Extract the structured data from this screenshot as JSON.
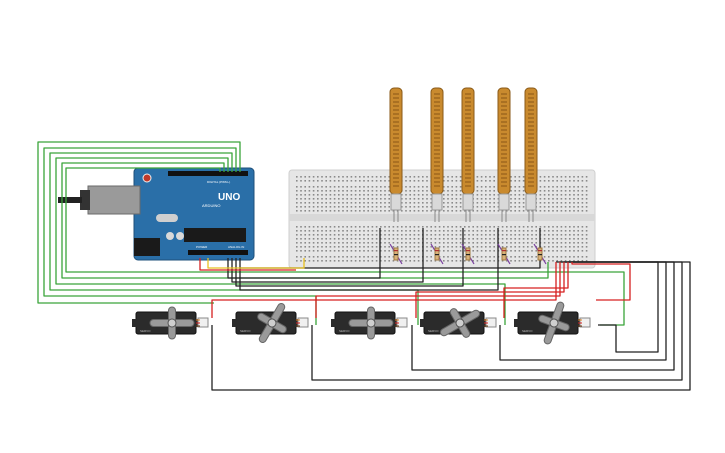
{
  "board": {
    "logo": "UNO",
    "brand": "ARDUINO",
    "digital_header": "DIGITAL (PWM~)",
    "analog_header": "ANALOG IN",
    "power_header": "POWER"
  },
  "components": {
    "flex_sensor_count": 5,
    "servo_count": 5,
    "resistor_count": 5,
    "servo_label": "SERVO"
  },
  "colors": {
    "board": "#2a6fa8",
    "breadboard": "#e6e6e6",
    "flex_sensor": "#c98a2e",
    "wire_green": "#3aa53a",
    "wire_black": "#222222",
    "wire_red": "#d62020",
    "wire_yellow": "#e8c020",
    "servo_body": "#2b2b2b",
    "servo_horn": "#9a9a9a"
  }
}
